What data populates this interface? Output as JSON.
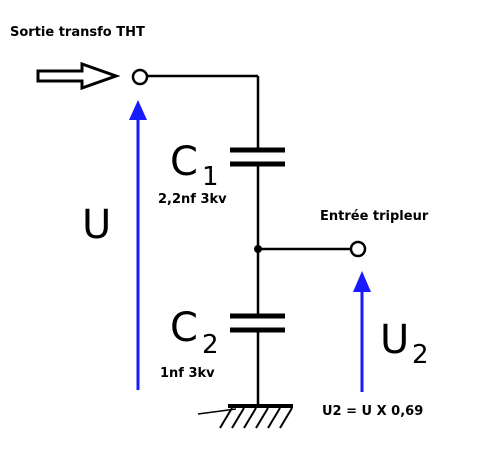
{
  "labels": {
    "input_title": "Sortie transfo THT",
    "output_title": "Entrée tripleur",
    "c1_symbol": "C",
    "c1_index": "1",
    "c1_value": "2,2nf 3kv",
    "c2_symbol": "C",
    "c2_index": "2",
    "c2_value": "1nf 3kv",
    "voltage_in": "U",
    "voltage_out_symbol": "U",
    "voltage_out_index": "2",
    "formula": "U2 = U X 0,69"
  },
  "icons": {
    "input_arrow": "hollow-right-arrow-icon",
    "ground": "ground-icon"
  },
  "colors": {
    "wire": "#000000",
    "voltage_arrow": "#1a1aff"
  }
}
